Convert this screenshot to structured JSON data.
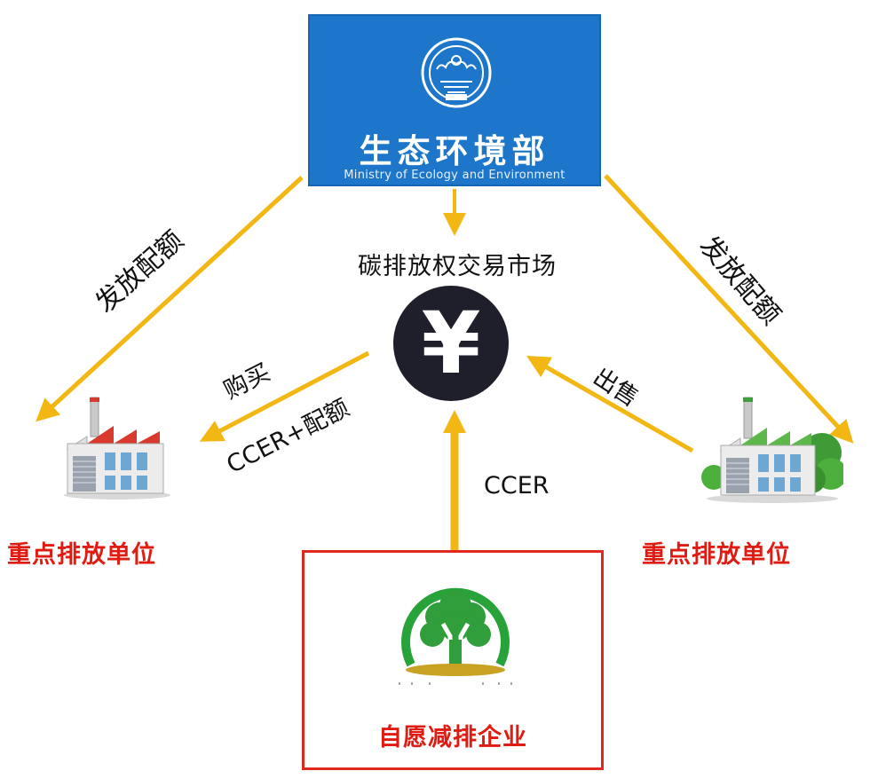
{
  "ministry": {
    "name_cn": "生态环境部",
    "name_en": "Ministry of Ecology and Environment",
    "emblem_icon": "ministry-emblem-icon",
    "box_color": "#1d76c9"
  },
  "market": {
    "title": "碳排放权交易市场",
    "currency_icon": "yuan-icon",
    "currency_symbol": "¥"
  },
  "edges": {
    "allocate_left": "发放配额",
    "allocate_right": "发放配额",
    "buy": "购买",
    "buy_items": "CCER+配额",
    "sell": "出售",
    "ccer": "CCER"
  },
  "nodes": {
    "left_unit": "重点排放单位",
    "right_unit": "重点排放单位",
    "voluntary": "自愿减排企业"
  },
  "colors": {
    "arrow": "#f2b712",
    "label_red": "#e01b12",
    "box_border": "#de2a1e",
    "tree_green": "#27a33a"
  }
}
